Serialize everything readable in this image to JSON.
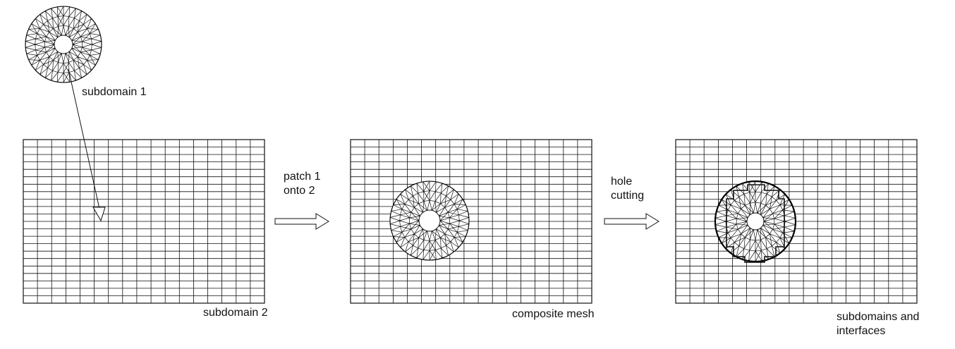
{
  "labels": {
    "subdomain1": "subdomain 1",
    "subdomain2": "subdomain 2",
    "patch": [
      "patch 1",
      "onto 2"
    ],
    "hole": [
      "hole",
      "cutting"
    ],
    "composite": "composite mesh",
    "subdomains_interfaces": [
      "subdomains and",
      "interfaces"
    ]
  },
  "colors": {
    "line": "#111111",
    "background": "#ffffff",
    "mesh_outline": "#000000"
  },
  "mesh": {
    "grid_cols": 17,
    "grid_rows": 22,
    "annulus_ring_divisions": [
      14,
      22,
      32
    ],
    "annulus_rings": 3
  }
}
